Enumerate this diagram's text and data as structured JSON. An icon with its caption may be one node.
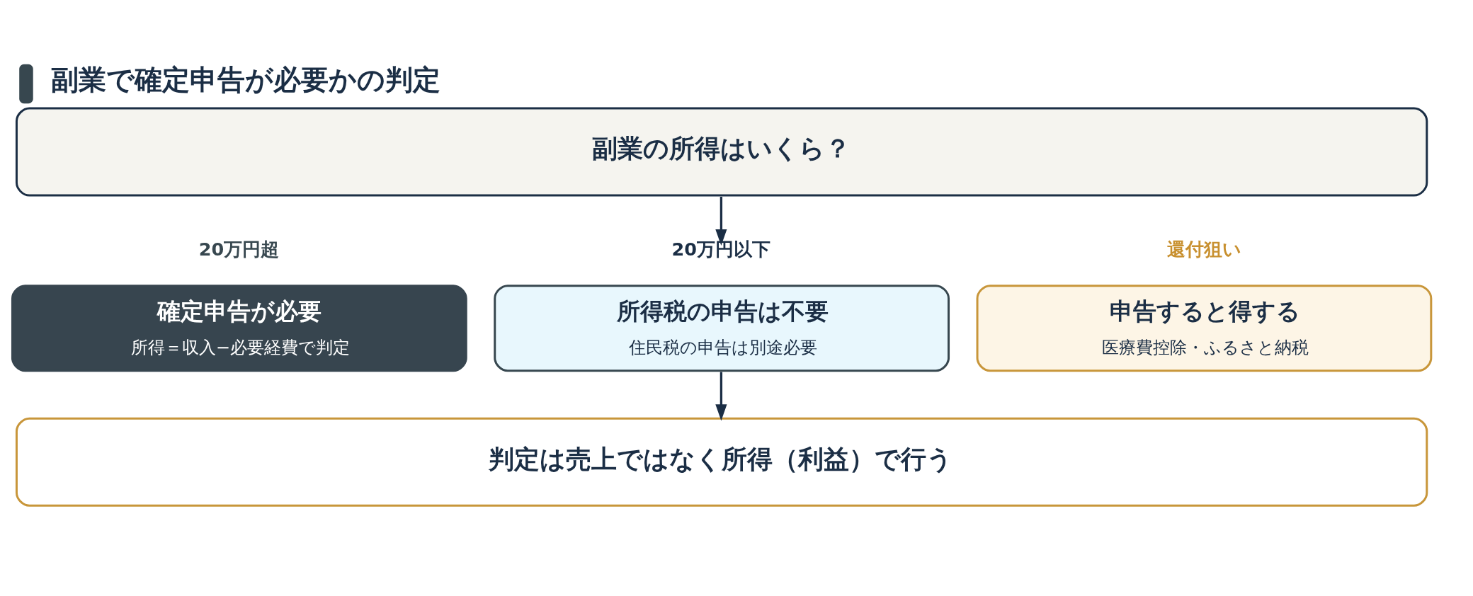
{
  "diagram": {
    "title": "副業で確定申告が必要かの判定",
    "nodes": [
      {
        "text": [
          "副業の所得はいくら？"
        ]
      },
      {
        "text": [
          "20万円超",
          "確定申告が必要",
          "所得＝収入−必要経費で判定"
        ]
      },
      {
        "text": [
          "20万円以下",
          "所得税の申告は不要",
          "住民税の申告は別途必要"
        ]
      },
      {
        "text": [
          "還付狙い",
          "申告すると得する",
          "医療費控除・ふるさと納税"
        ]
      },
      {
        "text": [
          "判定は売上ではなく所得（利益）で行う"
        ]
      }
    ],
    "edges": [
      {
        "from": 0,
        "to": 2,
        "arrow": "to"
      },
      {
        "from": 2,
        "to": 4,
        "arrow": "to"
      }
    ]
  }
}
